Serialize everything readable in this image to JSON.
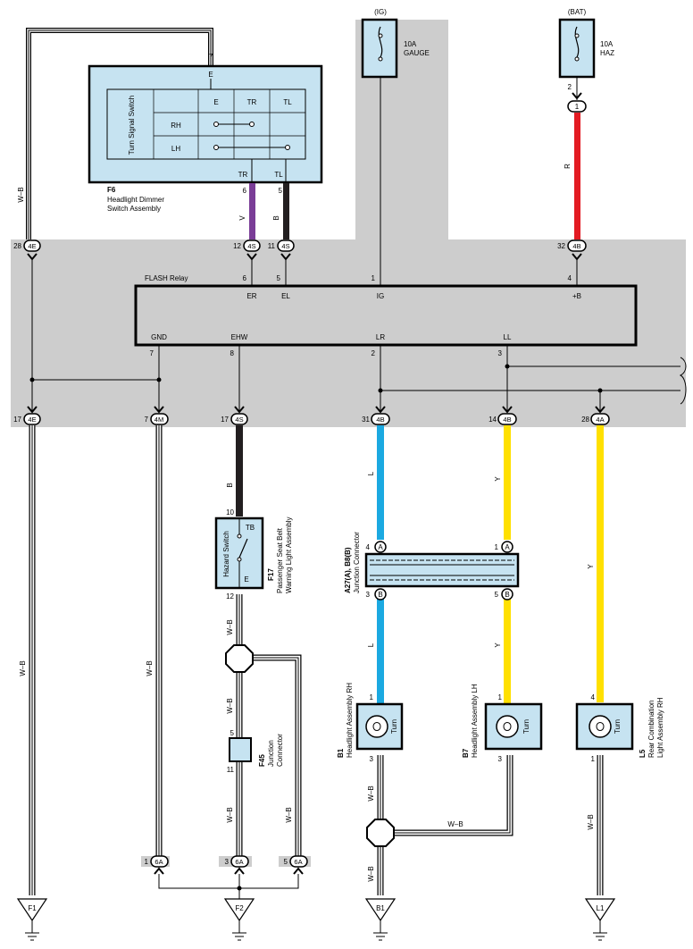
{
  "colors": {
    "gray_band": "#cdcdcd",
    "component_fill": "#c6e3f1",
    "wire_red": "#e31b23",
    "wire_black": "#231f20",
    "wire_violet": "#7a3d97",
    "wire_blue": "#1ba9e1",
    "wire_yellow": "#ffe000",
    "line": "#000000",
    "white": "#ffffff"
  },
  "fuses": {
    "ig": {
      "source": "(IG)",
      "rating": "10A",
      "name": "GAUGE"
    },
    "bat": {
      "source": "(BAT)",
      "rating": "10A",
      "name": "HAZ",
      "pin": "2",
      "connector": "1"
    }
  },
  "f6": {
    "code": "F6",
    "name_line1": "Headlight Dimmer",
    "name_line2": "Switch Assembly",
    "switch_title": "Turn Signal Switch",
    "top_pin": "7",
    "top_terminal": "E",
    "table_headers": [
      "E",
      "TR",
      "TL"
    ],
    "rows": [
      "RH",
      "LH"
    ],
    "tr_label": "TR",
    "tl_label": "TL",
    "tr_pin": "6",
    "tl_pin": "5",
    "tr_wire": "V",
    "tl_wire": "B"
  },
  "junctions_top": [
    {
      "pin": "28",
      "code": "4E"
    },
    {
      "pin": "12",
      "code": "4S"
    },
    {
      "pin": "11",
      "code": "4S"
    },
    {
      "pin": "32",
      "code": "4B"
    }
  ],
  "wire_labels": {
    "bat_red": "R",
    "ground_left": "W–B"
  },
  "flasher": {
    "title": "FLASH Relay",
    "top_pins": [
      {
        "num": "6",
        "name": "ER"
      },
      {
        "num": "5",
        "name": "EL"
      },
      {
        "num": "1",
        "name": "IG"
      },
      {
        "num": "4",
        "name": "+B"
      }
    ],
    "bottom_pins": [
      {
        "num": "7",
        "name": "GND"
      },
      {
        "num": "8",
        "name": "EHW"
      },
      {
        "num": "2",
        "name": "LR"
      },
      {
        "num": "3",
        "name": "LL"
      }
    ]
  },
  "junctions_bottom": [
    {
      "pin": "17",
      "code": "4E"
    },
    {
      "pin": "7",
      "code": "4M"
    },
    {
      "pin": "17",
      "code": "4S"
    },
    {
      "pin": "31",
      "code": "4B"
    },
    {
      "pin": "14",
      "code": "4B"
    },
    {
      "pin": "28",
      "code": "4A"
    }
  ],
  "hazard": {
    "title": "Hazard Switch",
    "code": "F17",
    "name_line1": "Passenger Seat Belt",
    "name_line2": "Warning Light Assembly",
    "pin_top": "10",
    "term_top": "TB",
    "pin_bottom": "12",
    "term_bottom": "E",
    "wire_above": "B",
    "wire_below": "W–B"
  },
  "f45": {
    "code": "F45",
    "name_line1": "Junction",
    "name_line2": "Connector",
    "pin_top": "5",
    "pin_bottom": "11",
    "wire_above": "W–B",
    "wire_below": "W–B"
  },
  "ground_junctions": [
    {
      "pin": "1",
      "code": "6A"
    },
    {
      "pin": "3",
      "code": "6A"
    },
    {
      "pin": "5",
      "code": "6A"
    }
  ],
  "wire_misc": {
    "w4m": "W–B",
    "f45_right": "W–B"
  },
  "a27": {
    "code": "A27(A), B8(B)",
    "name": "Junction Connector",
    "left_top_pin": "4",
    "left_top_conn": "A",
    "left_bottom_pin": "3",
    "left_bottom_conn": "B",
    "right_top_pin": "1",
    "right_top_conn": "A",
    "right_bottom_pin": "5",
    "right_bottom_conn": "B"
  },
  "wire_colors_lower": {
    "blue_top": "L",
    "blue_bottom": "L",
    "yellow_top": "Y",
    "yellow_bottom": "Y",
    "yellow_right": "Y"
  },
  "lamps": [
    {
      "code": "B1",
      "name": "Headlight Assembly RH",
      "label": "Turn",
      "pin_top": "1",
      "pin_bottom": "3"
    },
    {
      "code": "B7",
      "name": "Headlight Assembly LH",
      "label": "Turn",
      "pin_top": "1",
      "pin_bottom": "3"
    },
    {
      "code": "L5",
      "name_line1": "Rear Combination",
      "name_line2": "Light Assembly RH",
      "label": "Turn",
      "pin_top": "4",
      "pin_bottom": "1"
    }
  ],
  "lower_wires": {
    "b1_to_b7": "W–B",
    "b1_down": "W–B",
    "l5_down": "W–B"
  },
  "grounds": [
    "F1",
    "F2",
    "B1",
    "L1"
  ]
}
